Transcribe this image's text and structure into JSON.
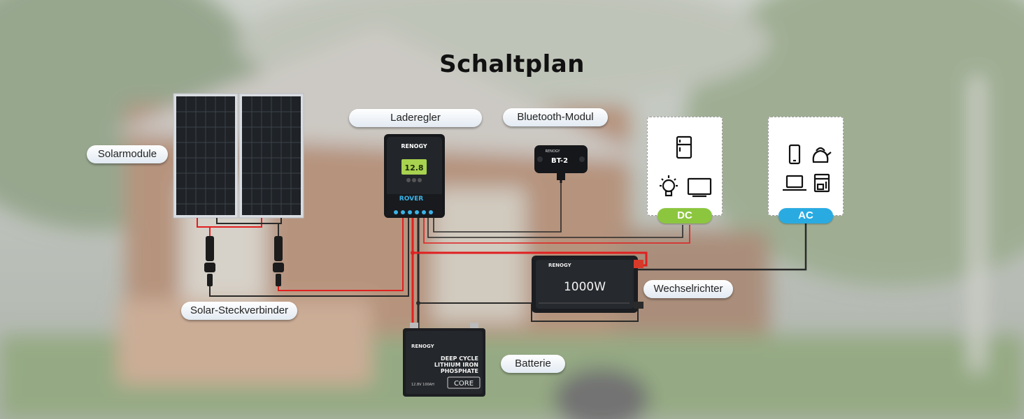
{
  "title": "Schaltplan",
  "labels": {
    "solar_modules": "Solarmodule",
    "charge_controller": "Laderegler",
    "bluetooth_module": "Bluetooth-Modul",
    "inverter": "Wechselrichter",
    "solar_connectors": "Solar-Steckverbinder",
    "battery": "Batterie"
  },
  "devices": {
    "controller_brand": "RENOGY",
    "controller_model": "ROVER",
    "controller_display": "12.8",
    "bt_brand": "RENOGY",
    "bt_model": "BT-2",
    "inverter_brand": "RENOGY",
    "inverter_power": "1000W",
    "battery_brand": "RENOGY",
    "battery_line1": "DEEP CYCLE",
    "battery_line2": "LITHIUM IRON",
    "battery_line3": "PHOSPHATE",
    "battery_spec": "12.8V 100AH",
    "battery_series": "CORE"
  },
  "loads": {
    "dc_label": "DC",
    "ac_label": "AC",
    "dc_icons": [
      "fridge-icon",
      "light-bulb-icon",
      "tv-icon"
    ],
    "ac_icons": [
      "smartphone-icon",
      "kettle-icon",
      "laptop-icon",
      "coffee-machine-icon"
    ]
  },
  "colors": {
    "dc_tag": "#8cc63f",
    "ac_tag": "#29abe2",
    "wire_positive": "#e02020",
    "wire_negative": "#2a2a2a"
  }
}
